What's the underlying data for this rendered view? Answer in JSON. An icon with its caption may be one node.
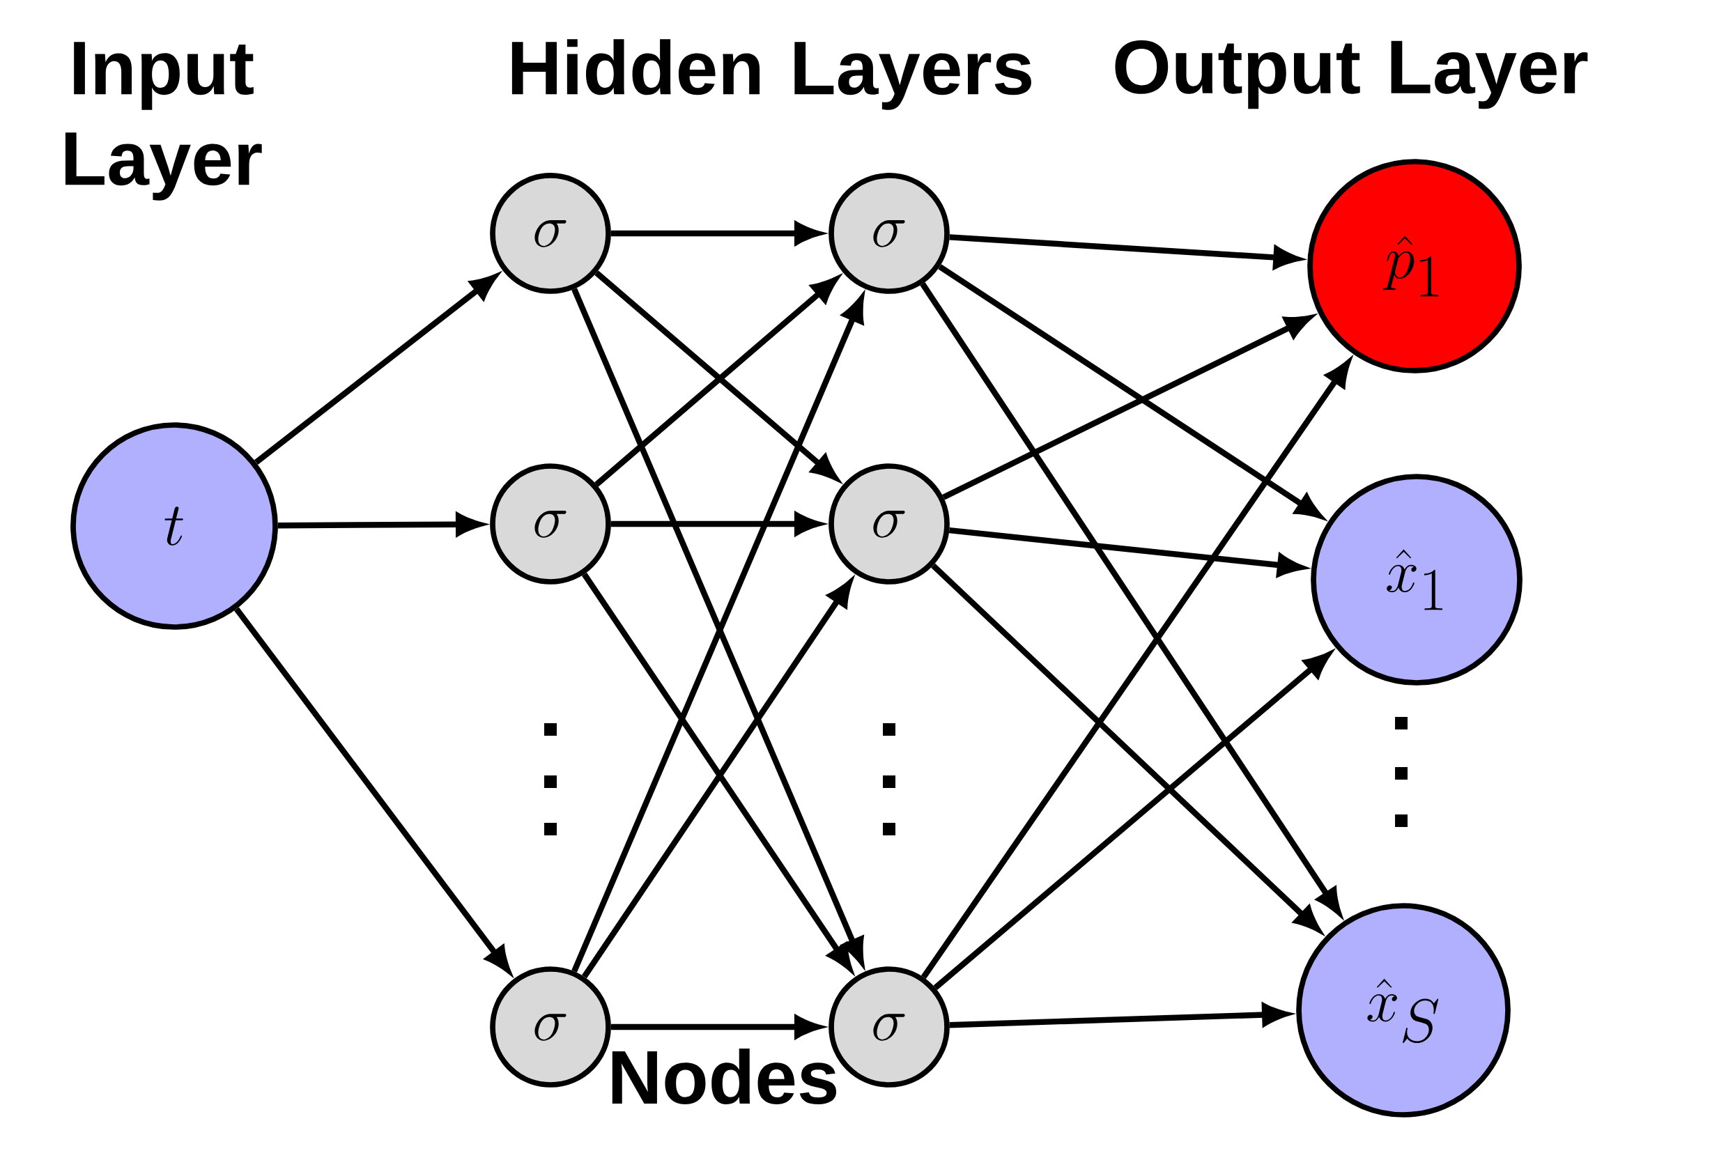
{
  "diagram": {
    "nodes": [
      {
        "text": [
          "t"
        ]
      },
      {
        "text": [
          "\\sigma"
        ]
      },
      {
        "text": [
          "\\sigma"
        ]
      },
      {
        "text": [
          "\\sigma"
        ]
      },
      {
        "text": [
          "\\sigma"
        ]
      },
      {
        "text": [
          "\\sigma"
        ]
      },
      {
        "text": [
          "\\sigma"
        ]
      },
      {
        "text": [
          "\\hat{p}_1"
        ]
      },
      {
        "text": [
          "\\hat{x}_1"
        ]
      },
      {
        "text": [
          "\\hat{x}_S"
        ]
      }
    ],
    "edges": [
      {
        "from": 0,
        "to": 1,
        "arrow": "to"
      },
      {
        "from": 0,
        "to": 2,
        "arrow": "to"
      },
      {
        "from": 0,
        "to": 3,
        "arrow": "to"
      },
      {
        "from": 1,
        "to": 4,
        "arrow": "to"
      },
      {
        "from": 1,
        "to": 5,
        "arrow": "to"
      },
      {
        "from": 1,
        "to": 6,
        "arrow": "to"
      },
      {
        "from": 2,
        "to": 4,
        "arrow": "to"
      },
      {
        "from": 2,
        "to": 5,
        "arrow": "to"
      },
      {
        "from": 2,
        "to": 6,
        "arrow": "to"
      },
      {
        "from": 3,
        "to": 4,
        "arrow": "to"
      },
      {
        "from": 3,
        "to": 5,
        "arrow": "to"
      },
      {
        "from": 3,
        "to": 6,
        "arrow": "to"
      },
      {
        "from": 4,
        "to": 7,
        "arrow": "to"
      },
      {
        "from": 4,
        "to": 8,
        "arrow": "to"
      },
      {
        "from": 4,
        "to": 9,
        "arrow": "to"
      },
      {
        "from": 5,
        "to": 7,
        "arrow": "to"
      },
      {
        "from": 5,
        "to": 8,
        "arrow": "to"
      },
      {
        "from": 5,
        "to": 9,
        "arrow": "to"
      },
      {
        "from": 6,
        "to": 7,
        "arrow": "to"
      },
      {
        "from": 6,
        "to": 8,
        "arrow": "to"
      },
      {
        "from": 6,
        "to": 9,
        "arrow": "to"
      }
    ],
    "labels": [
      "Input Layer",
      "Hidden Layers",
      "Output Layer",
      "Nodes"
    ]
  }
}
